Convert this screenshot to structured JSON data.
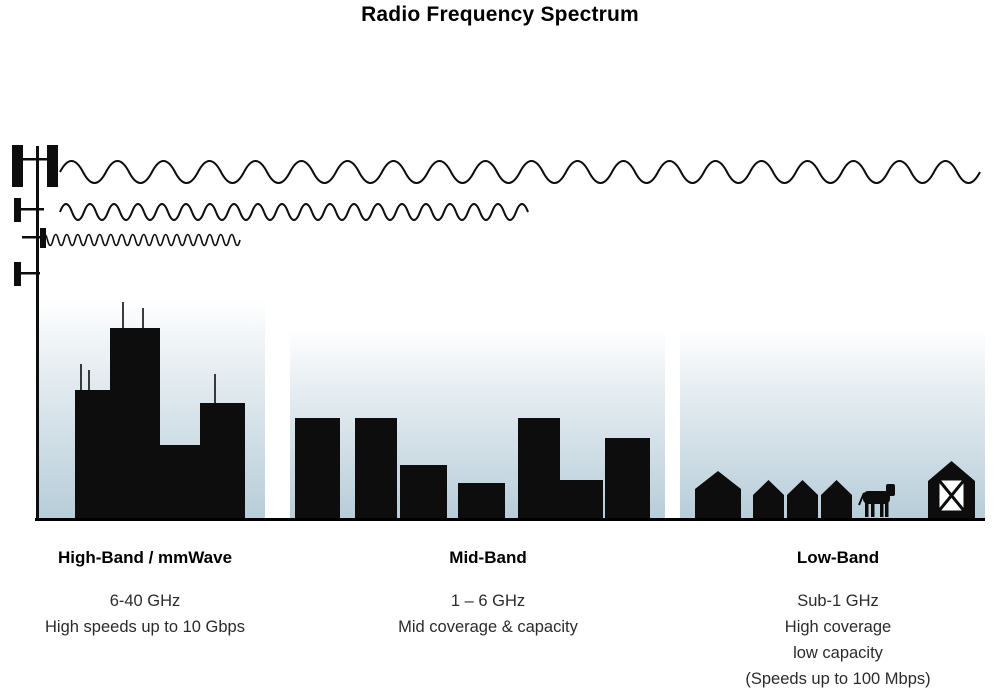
{
  "title": "Radio Frequency Spectrum",
  "sections": [
    {
      "id": "high-band",
      "label": "High-Band / mmWave",
      "freq": "6-40 GHz",
      "lines": [
        "High speeds up to 10 Gbps"
      ]
    },
    {
      "id": "mid-band",
      "label": "Mid-Band",
      "freq": "1 – 6 GHz",
      "lines": [
        "Mid coverage & capacity"
      ]
    },
    {
      "id": "low-band",
      "label": "Low-Band",
      "freq": "Sub-1 GHz",
      "lines": [
        "High coverage",
        "low capacity",
        "(Speeds up to 100 Mbps)"
      ]
    }
  ],
  "icons": {
    "tower": "cell-tower-icon",
    "low_wave": "low-frequency-wave",
    "mid_wave": "mid-frequency-wave",
    "high_wave": "high-frequency-wave",
    "city": "city-skyline-icon",
    "midrise": "midrise-skyline-icon",
    "house": "house-icon",
    "cow": "cow-icon",
    "barn": "barn-icon"
  },
  "colors": {
    "panel_bottom": "#b7cdd9",
    "silhouette": "#0d0d0d",
    "wave": "#0d0d0d"
  }
}
